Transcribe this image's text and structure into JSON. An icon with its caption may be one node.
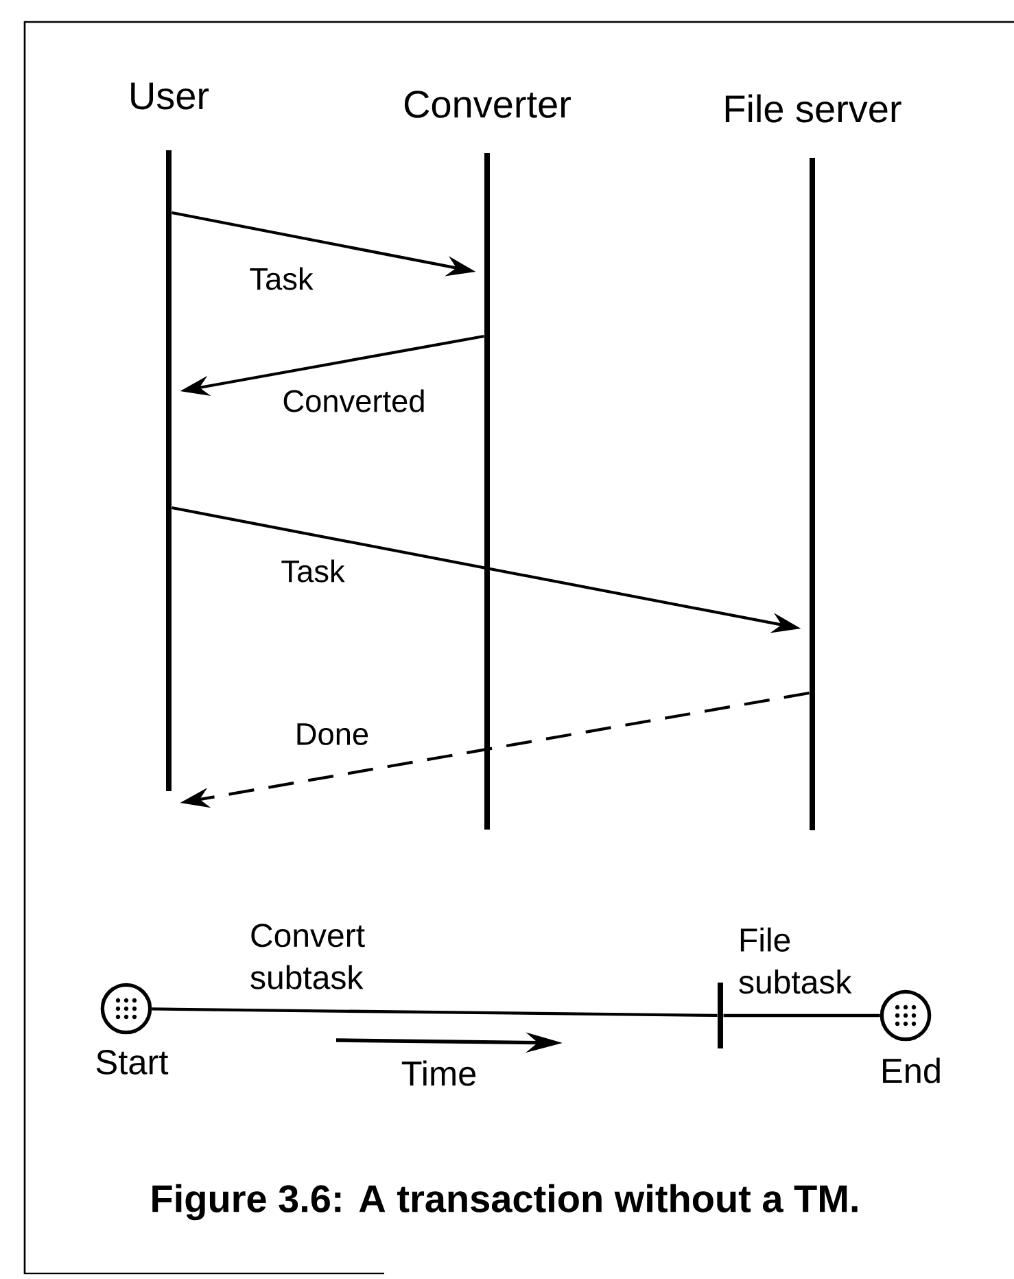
{
  "diagram": {
    "caption": "Figure 3.6: A transaction without a TM.",
    "nodes": [
      {
        "text": [
          "User"
        ]
      },
      {
        "text": [
          "Converter"
        ]
      },
      {
        "text": [
          "File server"
        ]
      },
      {
        "text": [
          "Start"
        ]
      },
      {
        "text": [
          "End"
        ]
      },
      {
        "text": [],
        "shape": "bar"
      }
    ],
    "edges": [
      {
        "from": 0,
        "to": 1,
        "arrow": "to",
        "label": "Task"
      },
      {
        "from": 1,
        "to": 0,
        "arrow": "to",
        "label": "Converted"
      },
      {
        "from": 0,
        "to": 2,
        "arrow": "to",
        "label": "Task"
      },
      {
        "from": 2,
        "to": 0,
        "arrow": "to",
        "label": "Done",
        "style": "dashed"
      },
      {
        "from": 3,
        "to": 5,
        "arrow": "none",
        "label": "Convert subtask"
      },
      {
        "from": 5,
        "to": 4,
        "arrow": "none",
        "label": "File subtask"
      }
    ],
    "labels": [
      "Time"
    ]
  }
}
